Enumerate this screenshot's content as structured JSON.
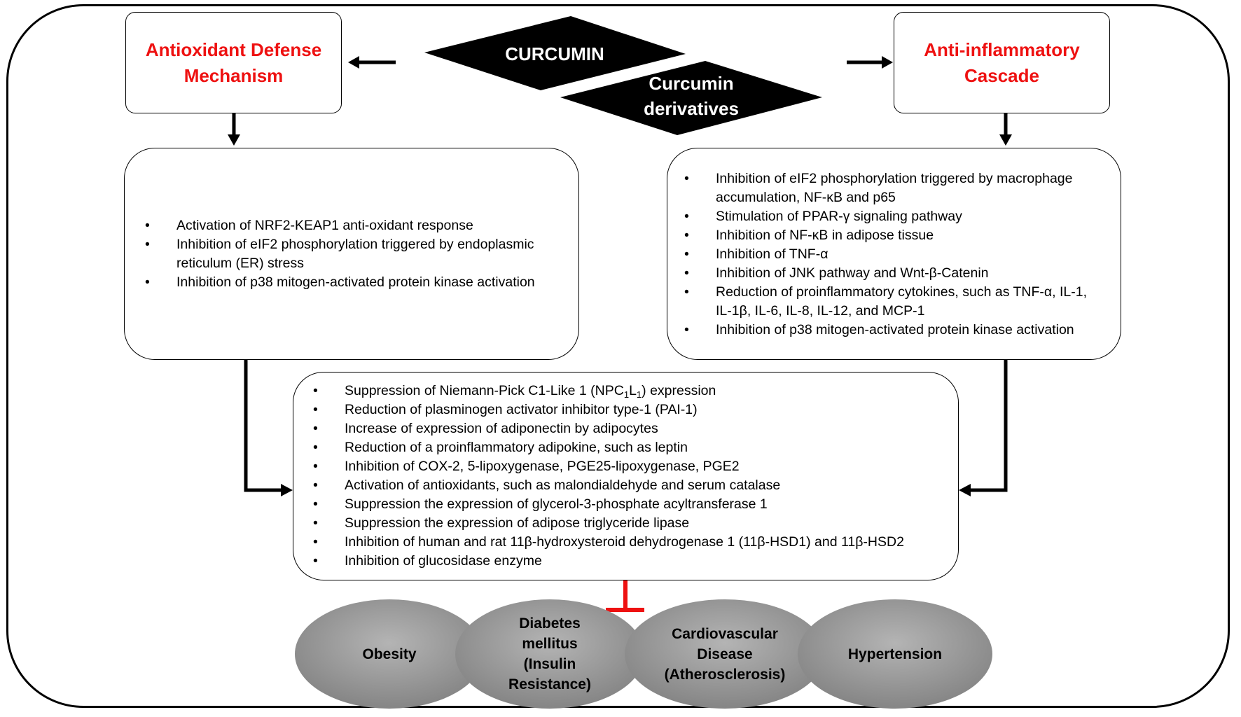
{
  "center": {
    "main": "CURCUMIN",
    "derivatives_line1": "Curcumin",
    "derivatives_line2": "derivatives"
  },
  "left_header": {
    "line1": "Antioxidant Defense",
    "line2": "Mechanism"
  },
  "right_header": {
    "line1": "Anti-inflammatory",
    "line2": "Cascade"
  },
  "left_list": [
    "Activation of NRF2-KEAP1 anti-oxidant response",
    "Inhibition of eIF2 phosphorylation triggered by endoplasmic reticulum (ER) stress",
    "Inhibition of p38 mitogen-activated protein kinase activation"
  ],
  "right_list": [
    "Inhibition of eIF2 phosphorylation triggered by macrophage accumulation, NF-κB and p65",
    "Stimulation of PPAR-γ signaling pathway",
    "Inhibition of NF-κB in adipose tissue",
    "Inhibition of TNF-α",
    "Inhibition of JNK pathway and Wnt-β-Catenin",
    "Reduction of proinflammatory cytokines, such as TNF-α, IL-1, IL-1β, IL-6, IL-8, IL-12, and MCP-1",
    "Inhibition of p38 mitogen-activated protein kinase activation"
  ],
  "bottom_list": {
    "first_prefix": "Suppression of Niemann-Pick C1-Like 1 (NPC",
    "first_sub1": "1",
    "first_mid": "L",
    "first_sub2": "1",
    "first_suffix": ") expression",
    "items": [
      "Reduction of plasminogen activator inhibitor type-1 (PAI-1)",
      "Increase of expression of adiponectin by adipocytes",
      "Reduction of a proinflammatory adipokine, such as leptin",
      "Inhibition of COX-2, 5-lipoxygenase, PGE25-lipoxygenase, PGE2",
      "Activation of antioxidants, such as malondialdehyde and serum catalase",
      "Suppression the expression of glycerol-3-phosphate acyltransferase 1",
      "Suppression the expression of adipose triglyceride lipase",
      "Inhibition of human and rat 11β-hydroxysteroid dehydrogenase 1 (11β-HSD1) and 11β-HSD2",
      "Inhibition of glucosidase enzyme"
    ]
  },
  "outcomes": {
    "obesity": "Obesity",
    "diabetes": [
      "Diabetes",
      "mellitus",
      "(Insulin",
      "Resistance)"
    ],
    "cardio": [
      "Cardiovascular",
      "Disease",
      "(Atherosclerosis)"
    ],
    "hypertension": "Hypertension"
  },
  "colors": {
    "header_text": "#ee1111",
    "inhibition_bar": "#ee1111",
    "diamond_fill": "#000000",
    "ellipse_fill": "#8c8c8c"
  }
}
